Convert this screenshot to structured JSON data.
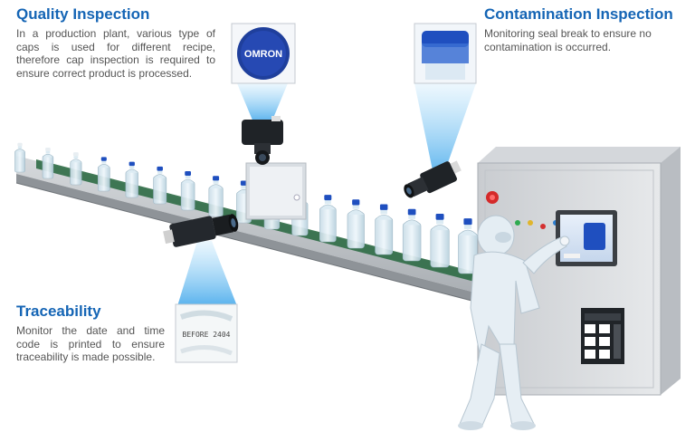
{
  "annotations": {
    "quality": {
      "title": "Quality Inspection",
      "text": "In a production plant, various type of caps is used for different recipe, therefore cap inspection is required to ensure correct product is processed."
    },
    "contamination": {
      "title": "Contamination Inspection",
      "text": "Monitoring seal break to ensure no contamination is occurred."
    },
    "traceability": {
      "title": "Traceability",
      "text": "Monitor the date and time code is printed to ensure traceability is made possible."
    }
  },
  "thumbnails": {
    "cap_logo": "OMRON",
    "date_code": "BEFORE 2404"
  },
  "icons": [
    "camera-icon",
    "control-cabinet-icon",
    "operator-figure",
    "bottle-icon",
    "conveyor-belt"
  ],
  "colors": {
    "heading": "#1565b5",
    "body_text": "#555555",
    "belt": "#2e6b45",
    "bottle_cap": "#1f4fbf",
    "beam": "#5bb8f0"
  }
}
